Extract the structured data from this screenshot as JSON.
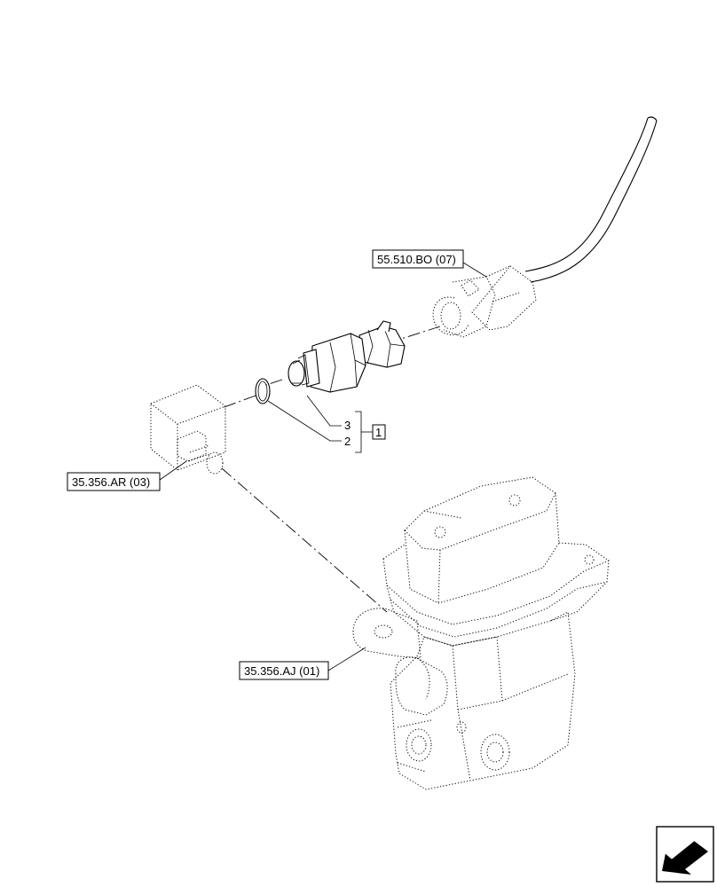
{
  "callouts": {
    "connector_ref": "55.510.BO (07)",
    "adapter_ref": "35.356.AR (03)",
    "valve_ref": "35.356.AJ (01)"
  },
  "parts": {
    "item_3": "3",
    "item_2": "2",
    "kit_number": "1"
  },
  "icons": {
    "nav": "next-page-arrow-icon"
  }
}
